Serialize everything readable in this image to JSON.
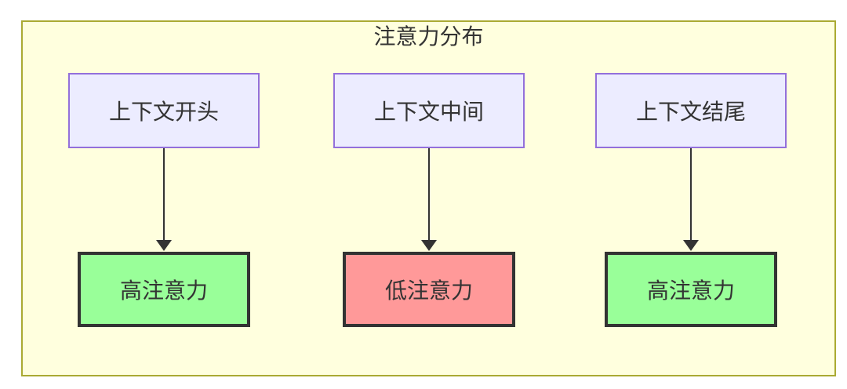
{
  "diagram": {
    "title": "注意力分布",
    "columns": [
      {
        "source": "上下文开头",
        "result": "高注意力",
        "level": "high"
      },
      {
        "source": "上下文中间",
        "result": "低注意力",
        "level": "low"
      },
      {
        "source": "上下文结尾",
        "result": "高注意力",
        "level": "high"
      }
    ],
    "colors": {
      "background": "#ffffde",
      "border": "#aaaa33",
      "source_fill": "#ececff",
      "source_border": "#9370db",
      "high_fill": "#99ff99",
      "low_fill": "#ff9999",
      "result_border": "#333333",
      "arrow": "#333333",
      "text": "#333333"
    }
  }
}
